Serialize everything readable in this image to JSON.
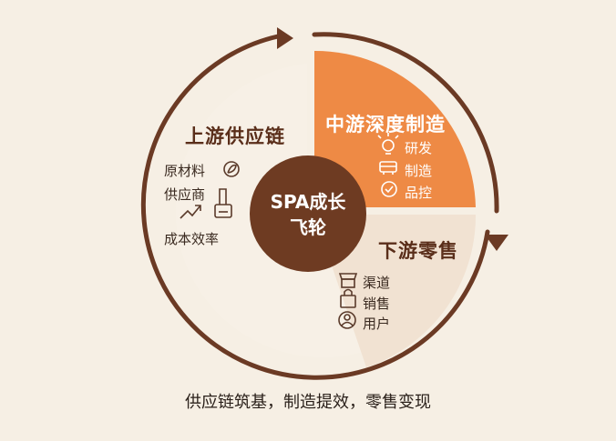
{
  "center": {
    "line1": "SPA成长",
    "line2": "飞轮"
  },
  "upstream": {
    "title": "上游供应链",
    "items": [
      "原材料",
      "供应商",
      "成本效率"
    ],
    "icons": [
      "leaf-circle-icon",
      "factory-icon",
      "trend-up-icon"
    ]
  },
  "midstream": {
    "title": "中游深度制造",
    "items": [
      "研发",
      "制造",
      "品控"
    ],
    "icons": [
      "lightbulb-icon",
      "machine-icon",
      "check-circle-icon"
    ]
  },
  "downstream": {
    "title": "下游零售",
    "items": [
      "渠道",
      "销售",
      "用户"
    ],
    "icons": [
      "store-icon",
      "bag-icon",
      "user-icon"
    ]
  },
  "caption": "供应链筑基，制造提效，零售变现",
  "colors": {
    "ring": "#6b3a24",
    "center": "#6e3b22",
    "upstream_bg": "#f7f0e6",
    "midstream_bg": "#ee8a45",
    "downstream_bg": "#f1e2d2",
    "title_brown": "#5a2e1a",
    "title_white": "#ffffff"
  }
}
